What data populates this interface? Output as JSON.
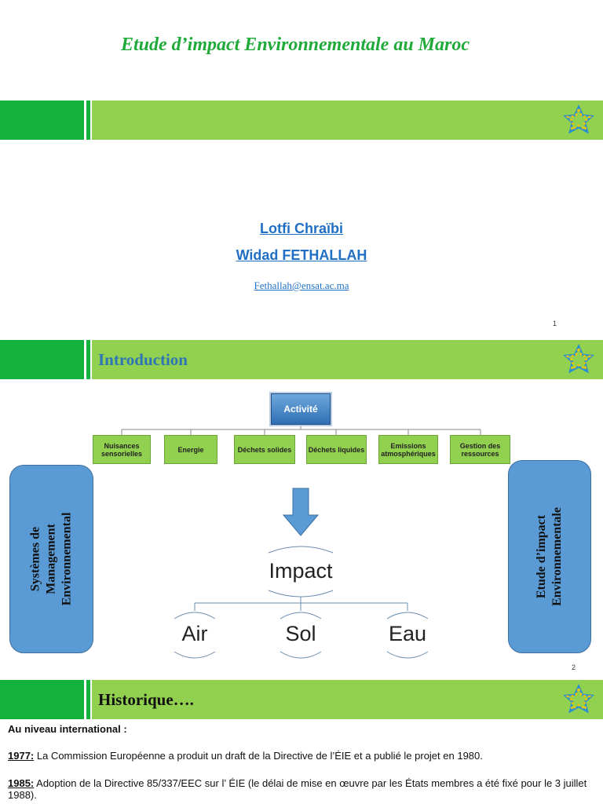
{
  "document_title": "Etude d’impact Environnementale  au Maroc",
  "slide1": {
    "authors": [
      "Lotfi Chraïbi",
      "Widad FETHALLAH"
    ],
    "email": "Fethallah@ensat.ac.ma",
    "page_number": "1"
  },
  "slide2": {
    "heading": "Introduction",
    "root": "Activité",
    "categories": [
      "Nuisances sensorielles",
      "Energie",
      "Déchets solides",
      "Déchets liquides",
      "Emissions atmosphériques",
      "Gestion des ressources"
    ],
    "left_box": "Systèmes de Management Environnemental",
    "right_box": "Etude d’impact Environnementale",
    "impact": "Impact",
    "impact_children": [
      "Air",
      "Sol",
      "Eau"
    ],
    "page_number": "2"
  },
  "slide3": {
    "heading": "Historique….",
    "subheading": "Au niveau international :",
    "entries": [
      {
        "year": "1977:",
        "text": " La Commission Européenne a produit un draft de la Directive de l’ÉIE et a publié le projet en 1980."
      },
      {
        "year": "1985:",
        "text": " Adoption de la Directive 85/337/EEC sur l’ ÉIE (le délai de mise en œuvre par les États membres a été fixé pour le 3 juillet 1988)."
      }
    ]
  },
  "colors": {
    "dark_green": "#12b23c",
    "light_green": "#92d050",
    "title_green": "#1faa3a",
    "blue": "#5b9bd5",
    "link_blue": "#1f6fc4"
  }
}
